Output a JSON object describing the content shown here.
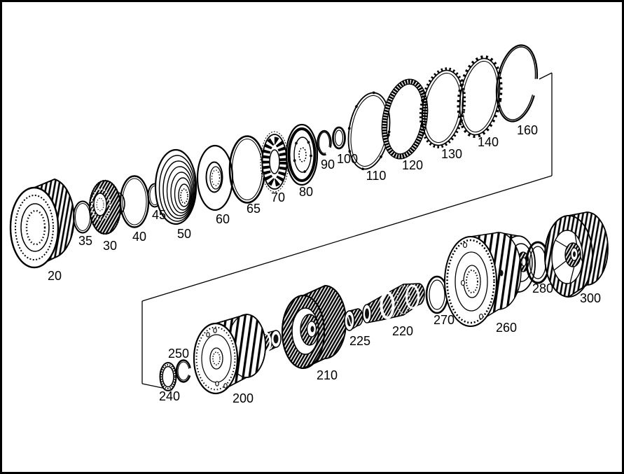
{
  "figure": {
    "type": "exploded-parts-diagram",
    "subject": "automatic-transmission-planetary-gear-and-clutch-assembly",
    "background_color": "#ffffff",
    "line_color": "#000000",
    "parts": {
      "p20": {
        "label": "20",
        "shape": "external-toothed-clutch-drum"
      },
      "p30": {
        "label": "30",
        "shape": "one-way-clutch-hub"
      },
      "p35": {
        "label": "35",
        "shape": "sealing-ring"
      },
      "p40": {
        "label": "40",
        "shape": "sealing-ring"
      },
      "p45": {
        "label": "45",
        "shape": "small-sealing-ring"
      },
      "p50": {
        "label": "50",
        "shape": "ribbed-clutch-piston"
      },
      "p60": {
        "label": "60",
        "shape": "spring-washer-disc"
      },
      "p65": {
        "label": "65",
        "shape": "large-ring"
      },
      "p70": {
        "label": "70",
        "shape": "axial-needle-bearing"
      },
      "p80": {
        "label": "80",
        "shape": "bearing-disc"
      },
      "p90": {
        "label": "90",
        "shape": "snap-ring"
      },
      "p100": {
        "label": "100",
        "shape": "small-bearing-ring"
      },
      "p110": {
        "label": "110",
        "shape": "steel-plate-ring"
      },
      "p120": {
        "label": "120",
        "shape": "friction-disc-toothed"
      },
      "p130": {
        "label": "130",
        "shape": "toothed-steel-disc"
      },
      "p140": {
        "label": "140",
        "shape": "toothed-steel-disc"
      },
      "p160": {
        "label": "160",
        "shape": "large-snap-ring"
      },
      "p200": {
        "label": "200",
        "shape": "clutch-drum-with-shaft"
      },
      "p210": {
        "label": "210",
        "shape": "helical-gear"
      },
      "p220": {
        "label": "220",
        "shape": "splined-shaft"
      },
      "p225": {
        "label": "225",
        "shape": "bushing-sleeve"
      },
      "p240": {
        "label": "240",
        "shape": "thrust-washer"
      },
      "p250": {
        "label": "250",
        "shape": "snap-ring"
      },
      "p260": {
        "label": "260",
        "shape": "planet-carrier-drum"
      },
      "p270": {
        "label": "270",
        "shape": "sealing-ring"
      },
      "p280": {
        "label": "280",
        "shape": "sealing-ring"
      },
      "p300": {
        "label": "300",
        "shape": "spoked-gear-wheel"
      }
    }
  }
}
